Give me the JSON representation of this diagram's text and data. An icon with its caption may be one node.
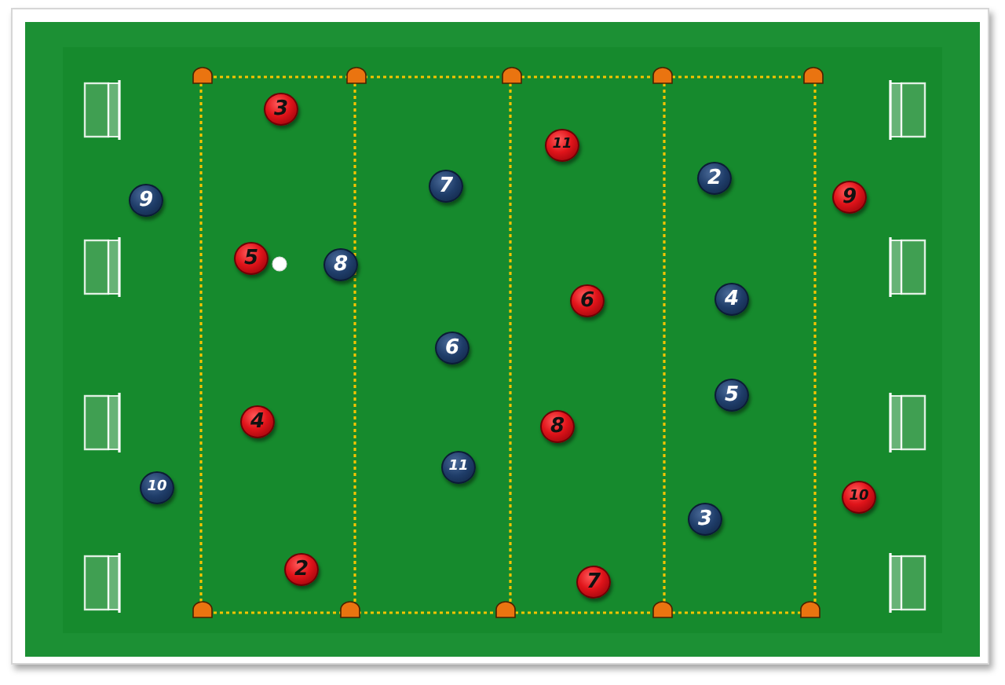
{
  "diagram": {
    "nodes": [
      {
        "text": [
          "3"
        ]
      },
      {
        "text": [
          "11"
        ]
      },
      {
        "text": [
          "9"
        ]
      },
      {
        "text": [
          "7"
        ]
      },
      {
        "text": [
          "2"
        ]
      },
      {
        "text": [
          "9"
        ]
      },
      {
        "text": [
          "5"
        ]
      },
      {
        "text": [
          "8"
        ]
      },
      {
        "text": [
          "6"
        ]
      },
      {
        "text": [
          "4"
        ]
      },
      {
        "text": [
          "6"
        ]
      },
      {
        "text": [
          "5"
        ]
      },
      {
        "text": [
          "4"
        ]
      },
      {
        "text": [
          "8"
        ]
      },
      {
        "text": [
          "11"
        ]
      },
      {
        "text": [
          "10"
        ]
      },
      {
        "text": [
          "3"
        ]
      },
      {
        "text": [
          "10"
        ]
      },
      {
        "text": [
          "2"
        ]
      },
      {
        "text": [
          "7"
        ]
      }
    ]
  }
}
